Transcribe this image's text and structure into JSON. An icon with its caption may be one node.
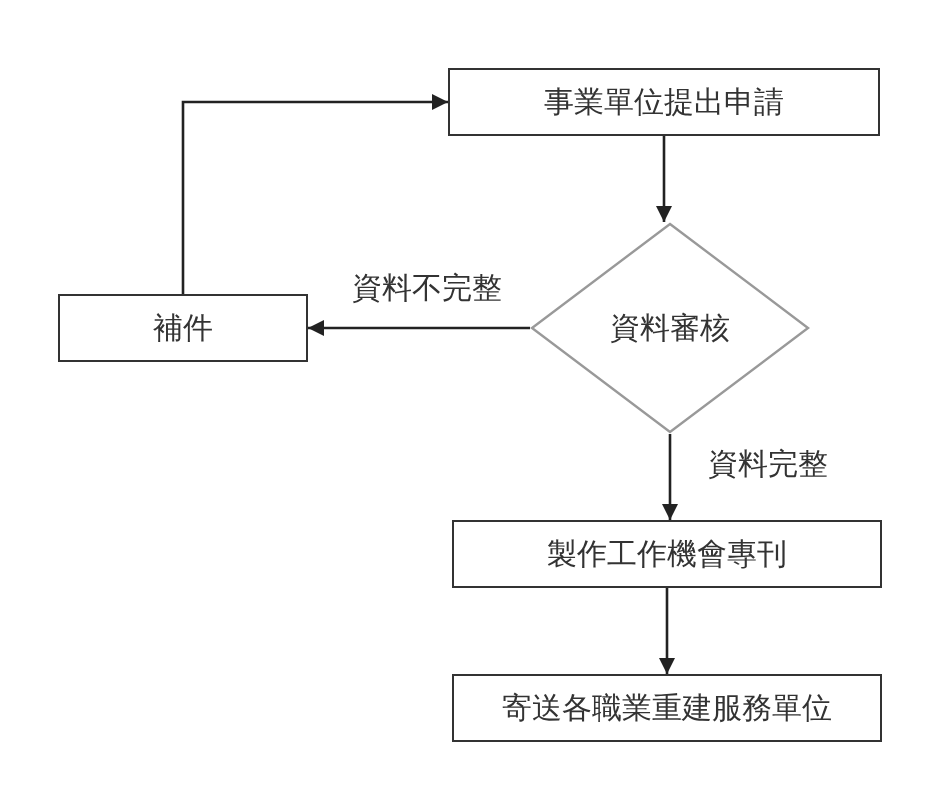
{
  "diagram": {
    "nodes": [
      {
        "text": [
          "事業單位提出申請"
        ]
      },
      {
        "text": [
          "資料審核"
        ]
      },
      {
        "text": [
          "補件"
        ]
      },
      {
        "text": [
          "製作工作機會專刊"
        ]
      },
      {
        "text": [
          "寄送各職業重建服務單位"
        ]
      }
    ],
    "edges": [
      {
        "from": 0,
        "to": 1,
        "arrow": "to"
      },
      {
        "from": 1,
        "to": 2,
        "arrow": "to",
        "label": "資料不完整"
      },
      {
        "from": 2,
        "to": 0,
        "arrow": "to"
      },
      {
        "from": 1,
        "to": 3,
        "arrow": "to",
        "label": "資料完整"
      },
      {
        "from": 3,
        "to": 4,
        "arrow": "to"
      }
    ]
  }
}
